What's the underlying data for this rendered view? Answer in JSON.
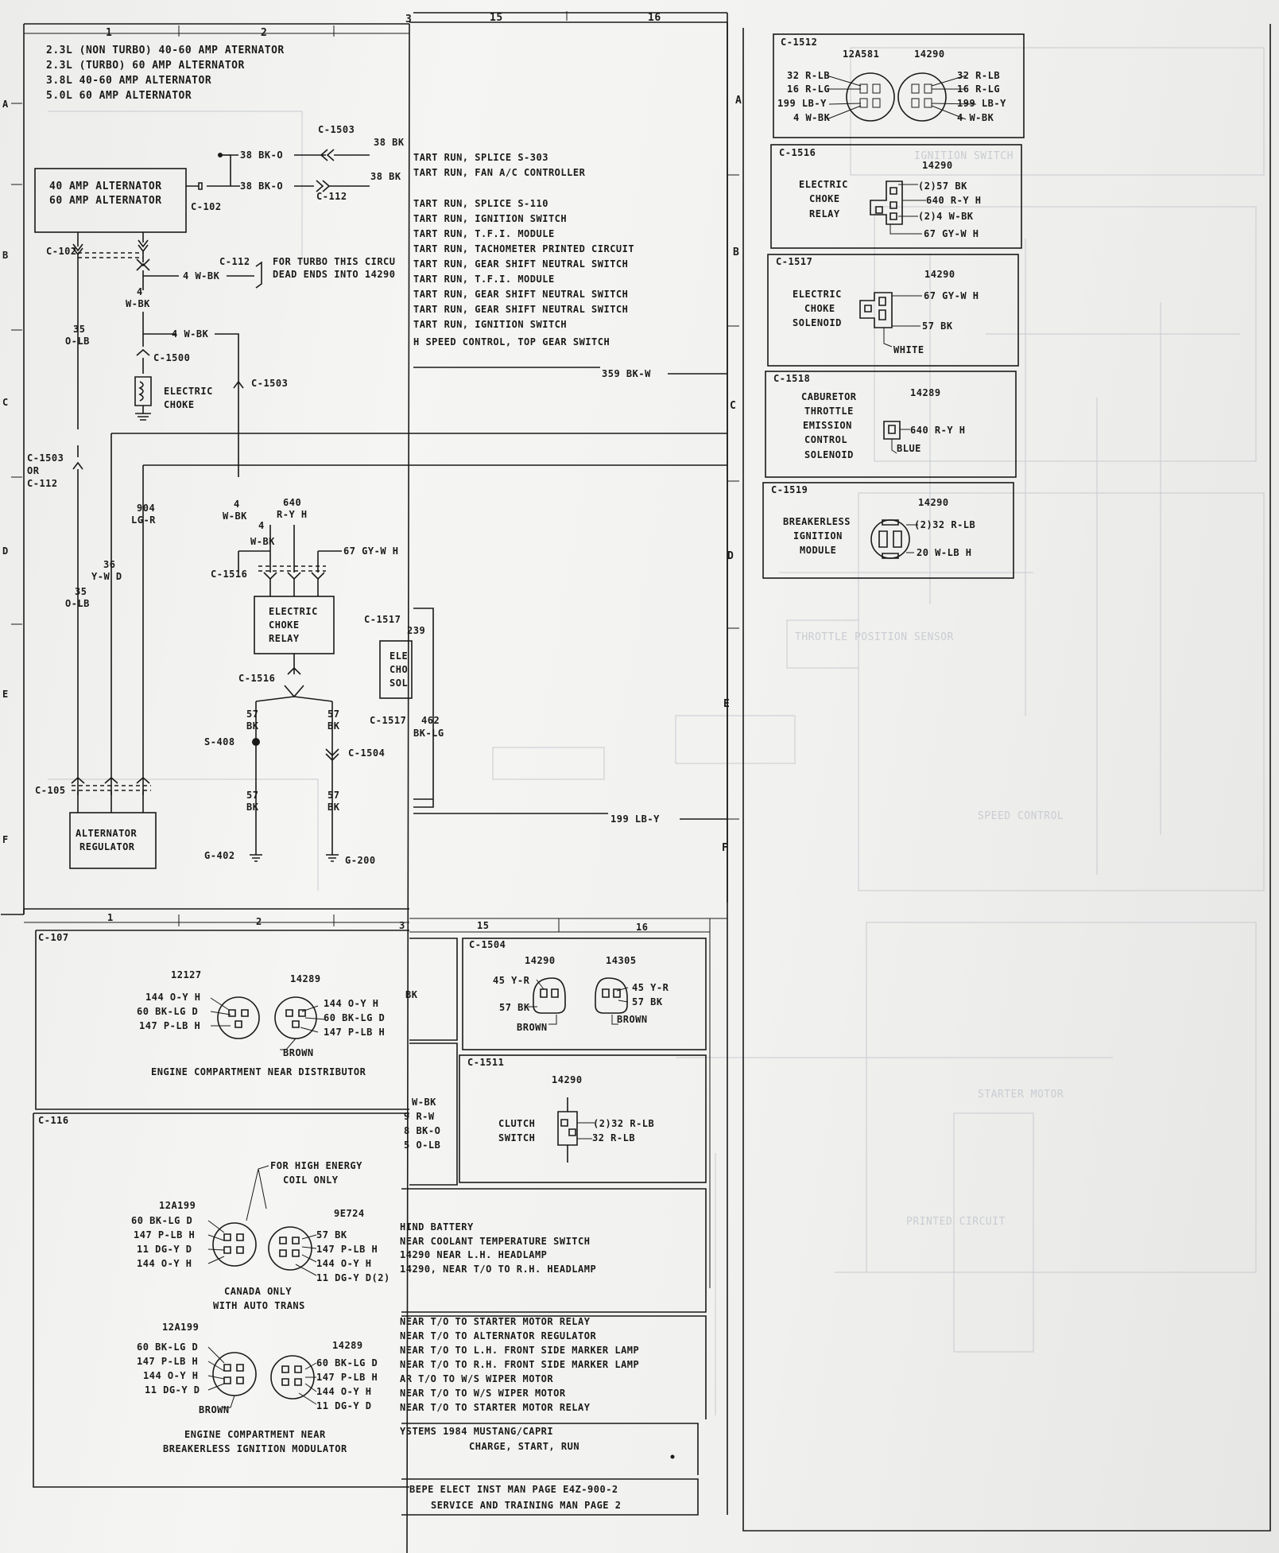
{
  "grid": {
    "cols_left": [
      "1",
      "2",
      "3"
    ],
    "cols_right": [
      "15",
      "16"
    ],
    "rows": [
      "A",
      "B",
      "C",
      "D",
      "E",
      "F"
    ]
  },
  "notes": [
    "2.3L (NON TURBO) 40-60 AMP ATERNATOR",
    "2.3L (TURBO) 60 AMP ALTERNATOR",
    "3.8L 40-60 AMP ALTERNATOR",
    "5.0L 60 AMP ALTERNATOR"
  ],
  "schematic": {
    "alternator": [
      "40 AMP ALTERNATOR",
      "60 AMP ALTERNATOR"
    ],
    "c102": "C-102",
    "c1503": "C-1503",
    "c112": "C-112",
    "w38a": "38 BK-O",
    "w38b": "38 BK-O",
    "w38c": "38 BK",
    "w38d": "38 BK",
    "turbo_note": [
      "FOR TURBO THIS CIRCU",
      "DEAD ENDS INTO 14290"
    ],
    "w4": "4 W-BK",
    "w4b": "W-BK",
    "w35": [
      "35",
      "O-LB"
    ],
    "c1500": "C-1500",
    "echoke": [
      "ELECTRIC",
      "CHOKE"
    ],
    "c1503_or": [
      "C-1503",
      "OR",
      "C-112"
    ],
    "w4w": [
      "4",
      "W-BK"
    ],
    "w640": [
      "640",
      "R-Y H"
    ],
    "w904": [
      "904",
      "LG-R"
    ],
    "w36": [
      "36",
      "Y-W D"
    ],
    "w35b": [
      "35",
      "O-LB"
    ],
    "w67": "67 GY-W H",
    "c1516": "C-1516",
    "relay": [
      "ELECTRIC",
      "CHOKE",
      "RELAY"
    ],
    "c1517": "C-1517",
    "w239": "239",
    "sol": [
      "ELE",
      "CHO",
      "SOL"
    ],
    "w57": [
      "57",
      "BK"
    ],
    "s408": "S-408",
    "c1504": "C-1504",
    "w462": [
      "462",
      "BK-LG"
    ],
    "c105": "C-105",
    "regulator": [
      "ALTERNATOR",
      "REGULATOR"
    ],
    "g402": "G-402",
    "g200": "G-200",
    "w359": "359 BK-W",
    "w199": "199 LB-Y",
    "run_list": [
      "TART RUN, SPLICE S-303",
      "TART RUN, FAN A/C CONTROLLER",
      "TART RUN, SPLICE S-110",
      "TART RUN, IGNITION SWITCH",
      "TART RUN, T.F.I. MODULE",
      "TART RUN, TACHOMETER PRINTED CIRCUIT",
      "TART RUN, GEAR SHIFT NEUTRAL SWITCH",
      "TART RUN, T.F.I. MODULE",
      "TART RUN, GEAR SHIFT NEUTRAL SWITCH",
      "TART RUN, GEAR SHIFT NEUTRAL SWITCH",
      "TART RUN, IGNITION SWITCH",
      "H SPEED CONTROL, TOP GEAR SWITCH"
    ]
  },
  "connectors_right": [
    {
      "id": "C-1512",
      "parts": [
        "12A581",
        "14290"
      ],
      "left": [
        "32 R-LB",
        "16 R-LG",
        "199 LB-Y",
        "4 W-BK"
      ],
      "right": [
        "32 R-LB",
        "16 R-LG",
        "199 LB-Y",
        "4 W-BK"
      ]
    },
    {
      "id": "C-1516",
      "part": "14290",
      "desc": [
        "ELECTRIC",
        "CHOKE",
        "RELAY"
      ],
      "pins": [
        "(2)57 BK",
        "640 R-Y H",
        "(2)4 W-BK",
        "67 GY-W H"
      ]
    },
    {
      "id": "C-1517",
      "part": "14290",
      "desc": [
        "ELECTRIC",
        "CHOKE",
        "SOLENOID"
      ],
      "pins": [
        "67 GY-W H",
        "57 BK"
      ],
      "extra": "WHITE"
    },
    {
      "id": "C-1518",
      "part": "14289",
      "desc": [
        "CABURETOR",
        "THROTTLE",
        "EMISSION",
        "CONTROL",
        "SOLENOID"
      ],
      "pins": [
        "640 R-Y H"
      ],
      "extra": "BLUE"
    },
    {
      "id": "C-1519",
      "part": "14290",
      "desc": [
        "BREAKERLESS",
        "IGNITION",
        "MODULE"
      ],
      "pins": [
        "(2)32 R-LB",
        "20 W-LB H"
      ]
    }
  ],
  "bottom": {
    "c107": {
      "id": "C-107",
      "parts": [
        "12127",
        "14289"
      ],
      "left": [
        "144 O-Y H",
        "60 BK-LG D",
        "147 P-LB H"
      ],
      "right": [
        "144 O-Y H",
        "60 BK-LG D",
        "147 P-LB H"
      ],
      "brown": "BROWN",
      "caption": "ENGINE COMPARTMENT NEAR DISTRIBUTOR"
    },
    "c116": {
      "id": "C-116",
      "note": [
        "FOR HIGH ENERGY",
        "COIL ONLY"
      ],
      "p1": "12A199",
      "p2": "9E724",
      "l1": [
        "60 BK-LG D",
        "147 P-LB H",
        "11 DG-Y D",
        "144 O-Y H"
      ],
      "r1": [
        "57 BK",
        "147 P-LB H",
        "144 O-Y H",
        "11 DG-Y D(2)"
      ],
      "canada": [
        "CANADA ONLY",
        "WITH AUTO TRANS"
      ],
      "p3": "12A199",
      "p4": "14289",
      "l2": [
        "60 BK-LG D",
        "147 P-LB H",
        "144 O-Y H",
        "11 DG-Y D"
      ],
      "r2": [
        "60 BK-LG D",
        "147 P-LB H",
        "144 O-Y H",
        "11 DG-Y D"
      ],
      "brown": "BROWN",
      "caption": [
        "ENGINE COMPARTMENT NEAR",
        "BREAKERLESS IGNITION MODULATOR"
      ]
    },
    "mid_cut": [
      "BK",
      "W-BK",
      "9 R-W",
      "8 BK-O",
      "5 O-LB"
    ],
    "c1504": {
      "id": "C-1504",
      "parts": [
        "14290",
        "14305"
      ],
      "left": [
        "45 Y-R",
        "57 BK"
      ],
      "right": [
        "45 Y-R",
        "57 BK"
      ],
      "brown_l": "BROWN",
      "brown_r": "BROWN"
    },
    "c1511": {
      "id": "C-1511",
      "part": "14290",
      "desc": [
        "CLUTCH",
        "SWITCH"
      ],
      "pins": [
        "(2)32 R-LB",
        "32 R-LB"
      ]
    },
    "loc1": [
      "HIND BATTERY",
      "NEAR COOLANT TEMPERATURE SWITCH",
      "14290 NEAR L.H. HEADLAMP",
      "14290, NEAR T/O TO R.H. HEADLAMP"
    ],
    "loc2": [
      "NEAR T/O TO STARTER MOTOR RELAY",
      "NEAR T/O TO ALTERNATOR REGULATOR",
      "NEAR T/O TO L.H. FRONT SIDE MARKER LAMP",
      "NEAR T/O TO R.H. FRONT SIDE MARKER LAMP",
      "AR T/O TO W/S WIPER MOTOR",
      "NEAR T/O TO W/S WIPER MOTOR",
      "NEAR T/O TO STARTER MOTOR RELAY"
    ],
    "title": [
      "YSTEMS 1984 MUSTANG/CAPRI",
      "CHARGE, START, RUN"
    ],
    "pages": [
      "BEPE ELECT INST MAN PAGE E4Z-900-2",
      "SERVICE AND TRAINING MAN PAGE 2"
    ]
  },
  "ghost_texts": [
    "THROTTLE POSITION SENSOR",
    "IGNITION SWITCH",
    "STARTER MOTOR",
    "SPEED CONTROL",
    "PRINTED CIRCUIT"
  ]
}
